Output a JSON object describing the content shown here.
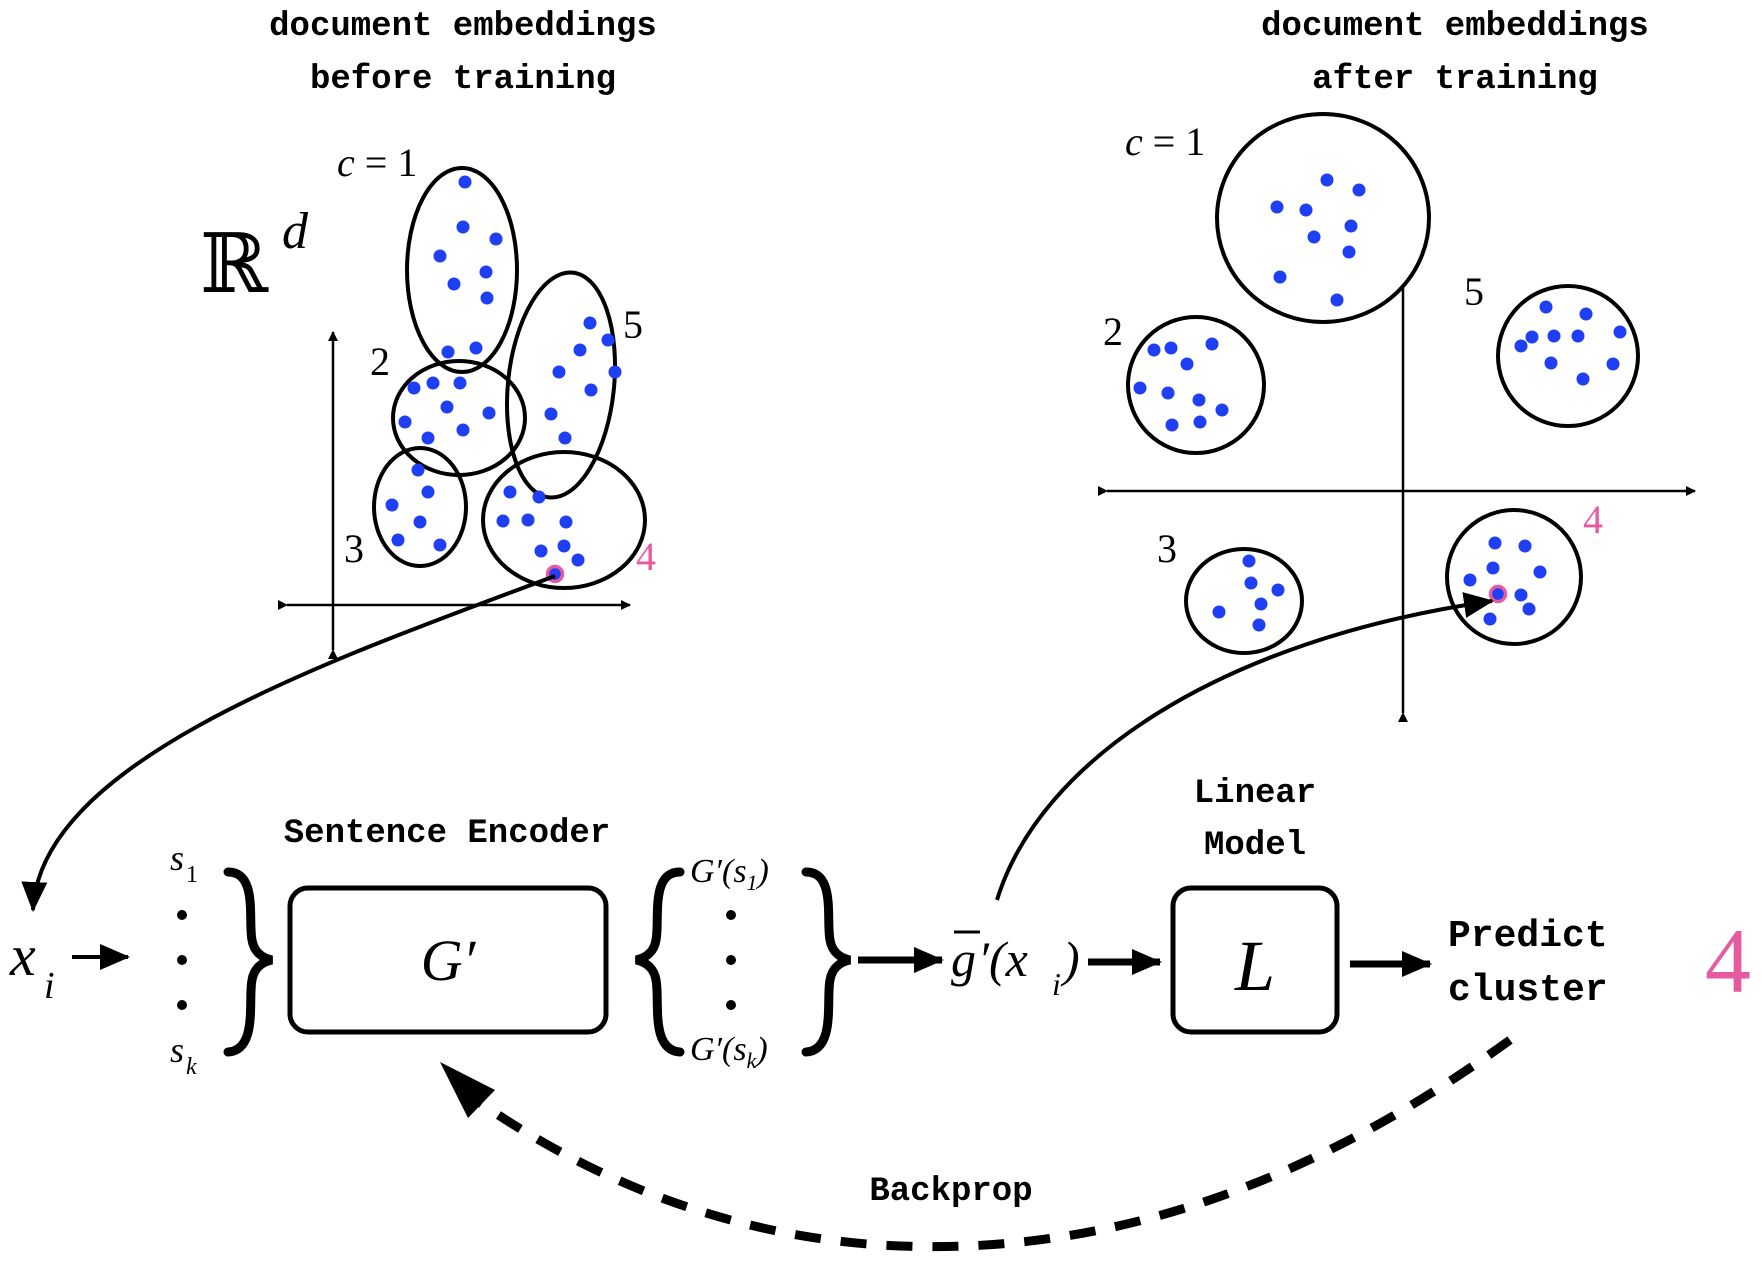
{
  "colors": {
    "dot": "#1f3ff5",
    "highlight": "#e85aa0",
    "ink": "#000000"
  },
  "titles": {
    "before_line1": "document embeddings",
    "before_line2": "before training",
    "after_line1": "document embeddings",
    "after_line2": "after training"
  },
  "space_label": {
    "base": "ℝ",
    "sup": "d"
  },
  "clusters_before": {
    "c1_prefix": "c = ",
    "c1": "1",
    "c2": "2",
    "c3": "3",
    "c4": "4",
    "c5": "5"
  },
  "clusters_after": {
    "c1_prefix": "c = ",
    "c1": "1",
    "c2": "2",
    "c3": "3",
    "c4": "4",
    "c5": "5"
  },
  "pipeline": {
    "input_var": "x",
    "input_sub": "i",
    "s1_base": "s",
    "s1_sub": "1",
    "sk_base": "s",
    "sk_sub": "k",
    "encoder_title": "Sentence Encoder",
    "encoder_symbol": "G′",
    "out1": "G′(s",
    "out1_sub": "1",
    "outk": "G′(s",
    "outk_sub": "k",
    "close_paren": ")",
    "pooled_g": "g",
    "pooled_rest": "′(x",
    "pooled_sub": "i",
    "linear_title_line1": "Linear",
    "linear_title_line2": "Model",
    "linear_symbol": "L",
    "predict_line1": "Predict",
    "predict_line2": "cluster",
    "predicted_value": "4",
    "backprop": "Backprop"
  }
}
